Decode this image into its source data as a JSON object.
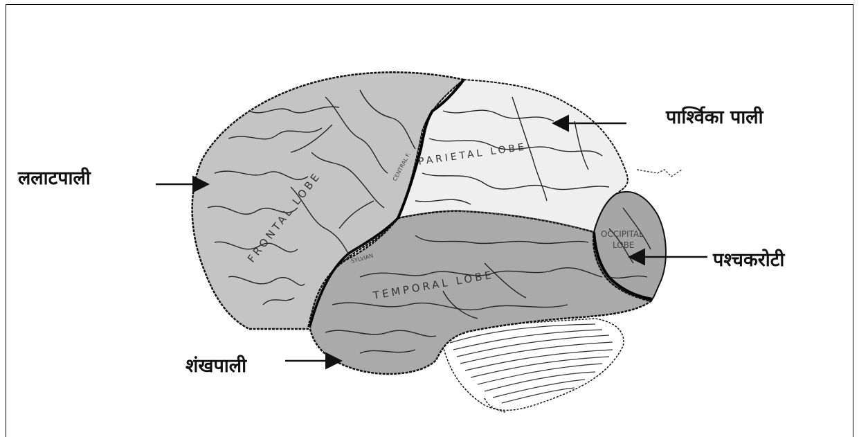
{
  "labels": {
    "frontal_marathi": "ललाटपाली",
    "parietal_marathi": "पार्श्विका पाली",
    "occipital_marathi": "पश्चकरोटी",
    "temporal_marathi": "शंखपाली"
  },
  "lobe_text": {
    "frontal": "FRONTAL LOBE",
    "parietal": "PARIETAL LOBE",
    "temporal": "TEMPORAL LOBE",
    "occipital_line1": "OCCIPITAL",
    "occipital_line2": "LOBE",
    "sylvian": "SYLVIAN",
    "central": "CENTRAL F."
  },
  "colors": {
    "frontal": "#c4c4c4",
    "parietal": "#efefef",
    "temporal": "#aaaaaa",
    "occipital": "#a6a6a6",
    "outline": "#111111"
  }
}
